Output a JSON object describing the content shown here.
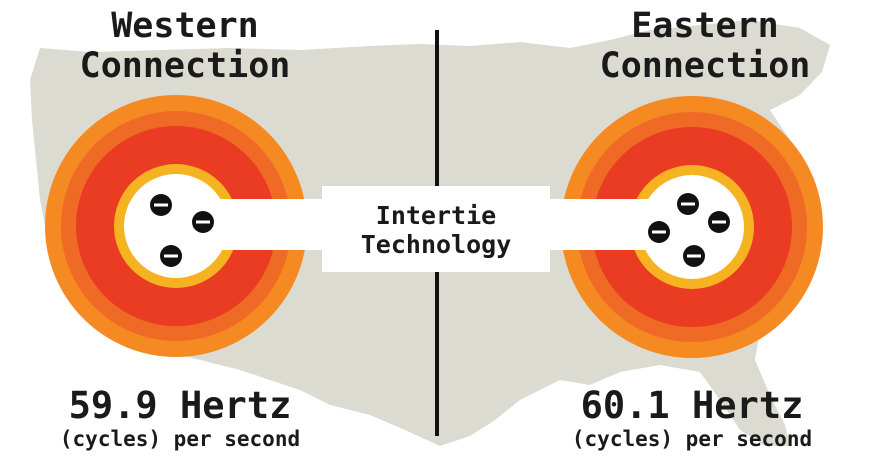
{
  "regions": {
    "west": {
      "title_line1": "Western",
      "title_line2": "Connection",
      "frequency": "59.9 Hertz",
      "unit": "(cycles) per second"
    },
    "east": {
      "title_line1": "Eastern",
      "title_line2": "Connection",
      "frequency": "60.1 Hertz",
      "unit": "(cycles) per second"
    }
  },
  "intertie": {
    "line1": "Intertie",
    "line2": "Technology"
  },
  "colors": {
    "map": "#dcdbd2",
    "ring_outer": "#f58a22",
    "ring_middle": "#ef6a25",
    "ring_inner": "#ea3b23",
    "ring_border": "#f5b321",
    "center": "#ffffff",
    "particle": "#111111",
    "divider": "#111111",
    "text": "#1a1a1a"
  },
  "icons": {
    "particle": "minus-circle-icon"
  }
}
